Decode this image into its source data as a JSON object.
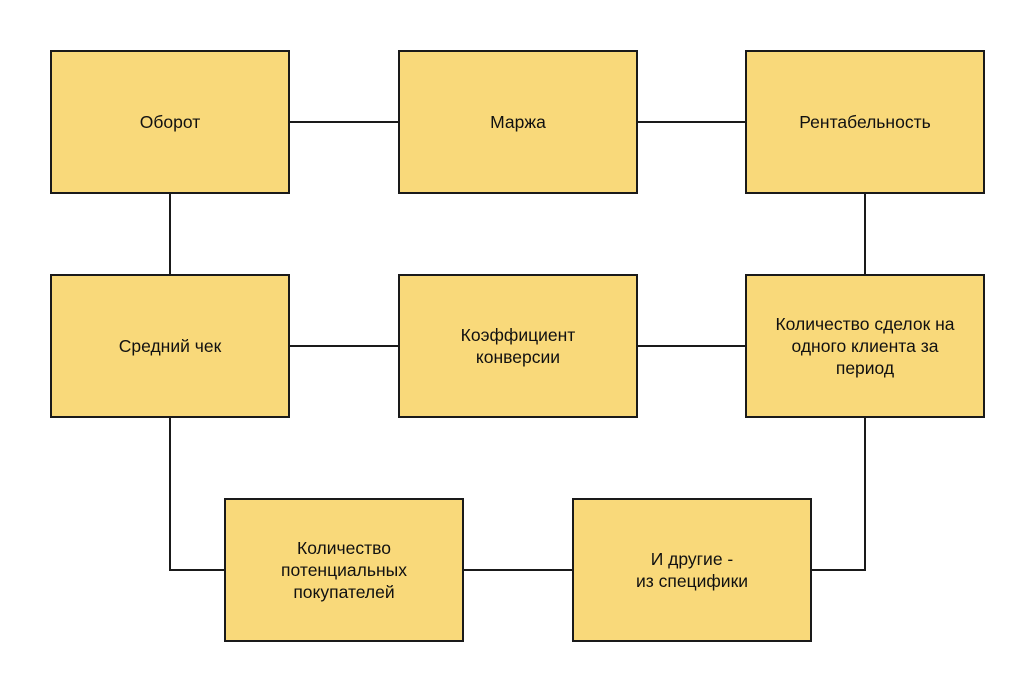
{
  "colors": {
    "node_fill": "#f9d97a",
    "node_border": "#1a1a1a",
    "connector": "#1a1a1a",
    "background": "#ffffff"
  },
  "nodes": [
    {
      "id": "turnover",
      "label": "Оборот"
    },
    {
      "id": "margin",
      "label": "Маржа"
    },
    {
      "id": "profitability",
      "label": "Рентабельность"
    },
    {
      "id": "average-check",
      "label": "Средний чек"
    },
    {
      "id": "conversion-rate",
      "label": "Коэффициент\nконверсии"
    },
    {
      "id": "deals-per-client",
      "label": "Количество сделок на\nодного клиента за\nпериод"
    },
    {
      "id": "potential-buyers",
      "label": "Количество\nпотенциальных\nпокупателей"
    },
    {
      "id": "others",
      "label": "И другие -\nиз специфики"
    }
  ],
  "edges": [
    {
      "from": "turnover",
      "to": "margin"
    },
    {
      "from": "margin",
      "to": "profitability"
    },
    {
      "from": "turnover",
      "to": "average-check"
    },
    {
      "from": "profitability",
      "to": "deals-per-client"
    },
    {
      "from": "average-check",
      "to": "conversion-rate"
    },
    {
      "from": "conversion-rate",
      "to": "deals-per-client"
    },
    {
      "from": "average-check",
      "to": "potential-buyers"
    },
    {
      "from": "potential-buyers",
      "to": "others"
    },
    {
      "from": "deals-per-client",
      "to": "others"
    }
  ]
}
